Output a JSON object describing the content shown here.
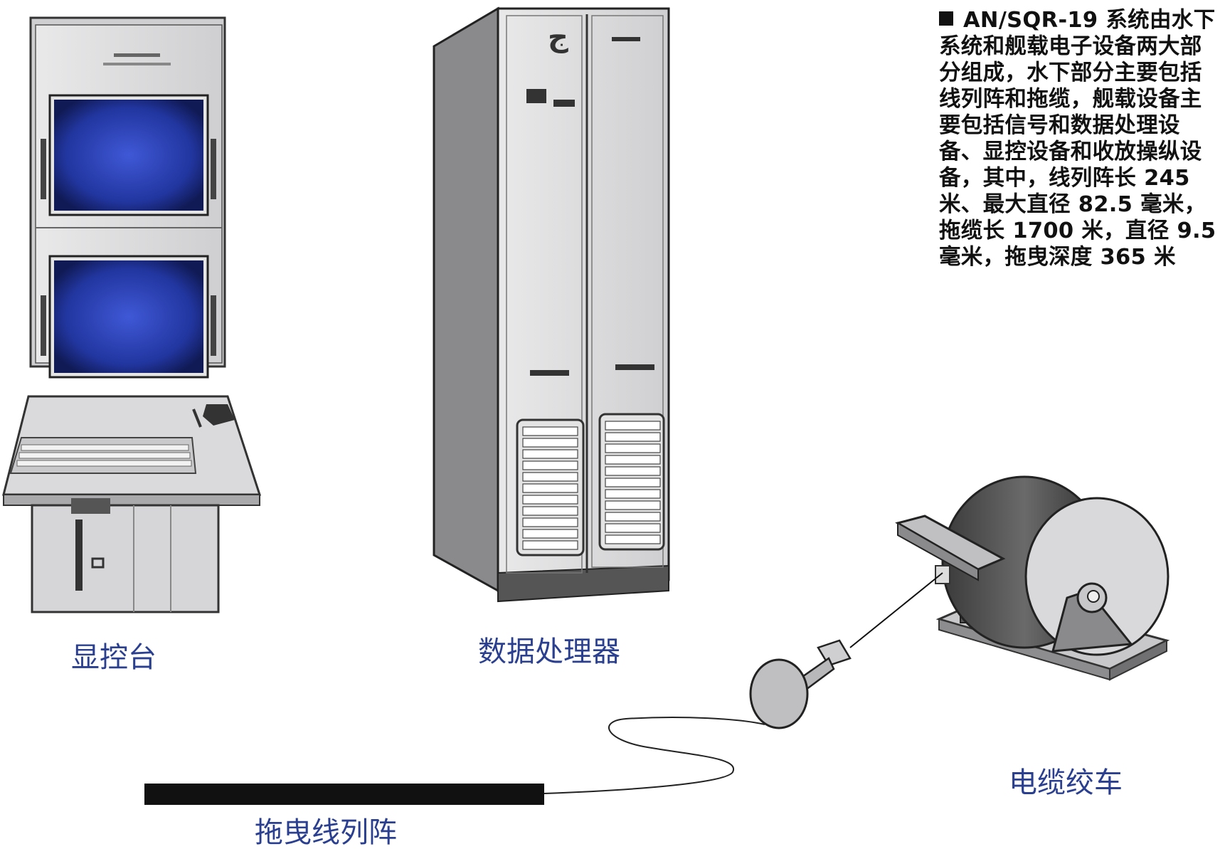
{
  "caption": {
    "text": "AN/SQR-19 系统由水下系统和舰载电子设备两大部分组成，水下部分主要包括线列阵和拖缆，舰载设备主要包括信号和数据处理设备、显控设备和收放操纵设备，其中，线列阵长 245 米、最大直径 82.5 毫米，拖缆长 1700 米，直径 9.5 毫米，拖曳深度 365 米"
  },
  "components": {
    "console": "显控台",
    "processor": "数据处理器",
    "array": "拖曳线列阵",
    "winch": "电缆绞车"
  },
  "colors": {
    "label_text": "#2a3f8f",
    "screen": "#2b3fa8",
    "cabinet": "#d6d6d8",
    "array": "#111111"
  }
}
